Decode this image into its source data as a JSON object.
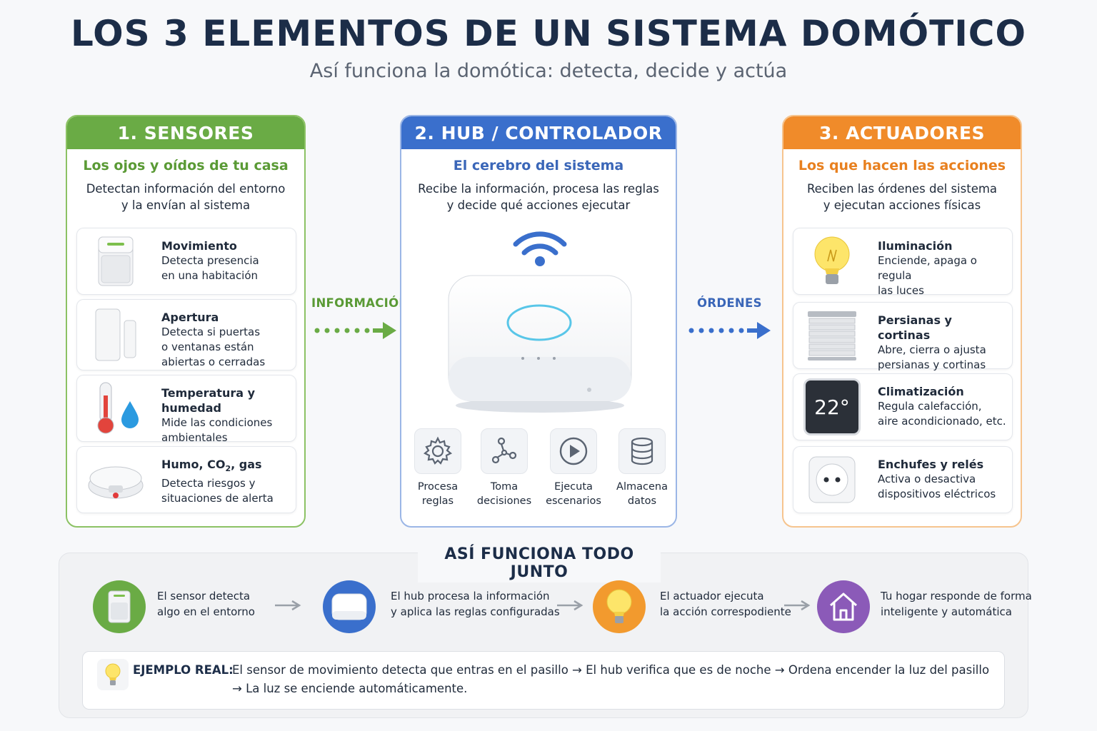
{
  "title": "LOS 3 ELEMENTOS DE UN SISTEMA DOMÓTICO",
  "subtitle": "Así funciona la domótica: detecta, decide y actúa",
  "sensors": {
    "heading": "1. SENSORES",
    "tagline": "Los ojos y oídos de tu casa",
    "desc": [
      "Detectan información del entorno",
      "y la envían al sistema"
    ],
    "items": [
      {
        "name": "Movimiento",
        "lines": [
          "Detecta presencia",
          "en una habitación"
        ],
        "icon": "motion-sensor-icon"
      },
      {
        "name": "Apertura",
        "lines": [
          "Detecta si puertas",
          "o ventanas están",
          "abiertas o cerradas"
        ],
        "icon": "door-sensor-icon"
      },
      {
        "name": "Temperatura y humedad",
        "lines": [
          "Mide las condiciones",
          "ambientales"
        ],
        "icon": "thermometer-icon"
      },
      {
        "name": "Humo, CO",
        "name_sub": "2",
        "name_tail": ", gas",
        "lines": [
          "Detecta riesgos y",
          "situaciones de alerta"
        ],
        "icon": "smoke-detector-icon"
      }
    ]
  },
  "hub": {
    "heading": "2. HUB / CONTROLADOR",
    "tagline": "El cerebro del sistema",
    "desc": [
      "Recibe la información, procesa las reglas",
      "y decide qué acciones ejecutar"
    ],
    "functions": [
      {
        "lines": [
          "Procesa",
          "reglas"
        ],
        "icon": "gear-icon"
      },
      {
        "lines": [
          "Toma",
          "decisiones"
        ],
        "icon": "nodes-icon"
      },
      {
        "lines": [
          "Ejecuta",
          "escenarios"
        ],
        "icon": "play-icon"
      },
      {
        "lines": [
          "Almacena",
          "datos"
        ],
        "icon": "database-icon"
      }
    ]
  },
  "actuators": {
    "heading": "3. ACTUADORES",
    "tagline": "Los que hacen las acciones",
    "desc": [
      "Reciben las órdenes del sistema",
      "y ejecutan acciones físicas"
    ],
    "items": [
      {
        "name": "Iluminación",
        "lines": [
          "Enciende, apaga o regula",
          "las luces"
        ],
        "icon": "lightbulb-icon"
      },
      {
        "name": "Persianas y cortinas",
        "lines": [
          "Abre, cierra o ajusta",
          "persianas y cortinas"
        ],
        "icon": "blinds-icon"
      },
      {
        "name": "Climatización",
        "lines": [
          "Regula calefacción,",
          "aire acondicionado, etc."
        ],
        "icon": "thermostat-icon",
        "display": "22°"
      },
      {
        "name": "Enchufes y relés",
        "lines": [
          "Activa o desactiva",
          "dispositivos eléctricos"
        ],
        "icon": "outlet-icon"
      }
    ]
  },
  "flows": {
    "info": "INFORMACIÓN",
    "orders": "ÓRDENES"
  },
  "together": {
    "title": "ASÍ FUNCIONA TODO JUNTO",
    "steps": [
      {
        "lines": [
          "El sensor detecta",
          "algo en el entorno"
        ],
        "color": "#6aab45",
        "icon": "motion-sensor-icon"
      },
      {
        "lines": [
          "El hub procesa la información",
          "y aplica las reglas configuradas"
        ],
        "color": "#3a6fcc",
        "icon": "hub-icon"
      },
      {
        "lines": [
          "El actuador ejecuta",
          "la acción correspodiente"
        ],
        "color": "#f29a2e",
        "icon": "lightbulb-icon"
      },
      {
        "lines": [
          "Tu hogar responde de forma",
          "inteligente y automática"
        ],
        "color": "#8b5ab8",
        "icon": "house-icon"
      }
    ],
    "example": {
      "label": "EJEMPLO REAL:",
      "line1": "El sensor de movimiento detecta que entras en el pasillo  →  El hub verifica que es de noche  →  Ordena encender la luz del pasillo",
      "line2": "→  La luz se enciende automáticamente."
    }
  },
  "colors": {
    "green": "#6aab45",
    "blue": "#3a6fcc",
    "orange": "#f08b2a",
    "purple": "#8b5ab8"
  }
}
